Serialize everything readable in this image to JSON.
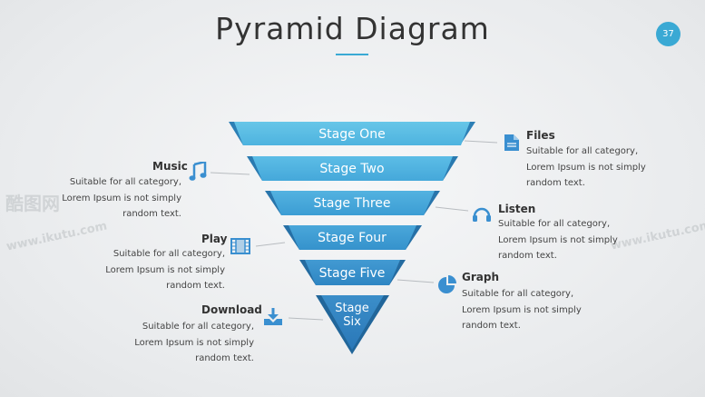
{
  "page": {
    "title": "Pyramid Diagram",
    "page_number": "37"
  },
  "watermark": {
    "left": "酷图网",
    "left_url": "www.ikutu.com",
    "right_url": "www.ikutu.com"
  },
  "stages": [
    "Stage One",
    "Stage Two",
    "Stage Three",
    "Stage Four",
    "Stage Five",
    "Stage Six"
  ],
  "items": {
    "music": {
      "title": "Music",
      "line1": "Suitable for all category,",
      "line2": "Lorem Ipsum is not simply",
      "line3": "random text."
    },
    "play": {
      "title": "Play",
      "line1": "Suitable for all category,",
      "line2": "Lorem Ipsum is not simply",
      "line3": "random text."
    },
    "download": {
      "title": "Download",
      "line1": "Suitable for all category,",
      "line2": "Lorem Ipsum is not simply",
      "line3": "random text."
    },
    "files": {
      "title": "Files",
      "line1": "Suitable for all category,",
      "line2": "Lorem Ipsum is not simply",
      "line3": "random text."
    },
    "listen": {
      "title": "Listen",
      "line1": "Suitable for all category,",
      "line2": "Lorem Ipsum is not simply",
      "line3": "random text."
    },
    "graph": {
      "title": "Graph",
      "line1": "Suitable for all category,",
      "line2": "Lorem Ipsum is not simply",
      "line3": "random text."
    }
  },
  "colors": {
    "accent": "#3aa9d4",
    "icon": "#3a8fd0"
  }
}
